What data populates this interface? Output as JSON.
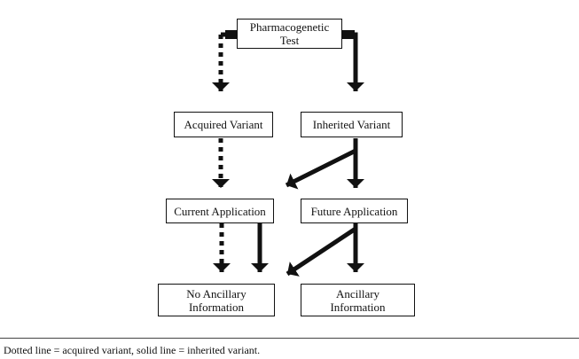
{
  "nodes": {
    "test": {
      "line1": "Pharmacogenetic",
      "line2": "Test"
    },
    "acquired": {
      "label": "Acquired Variant"
    },
    "inherited": {
      "label": "Inherited Variant"
    },
    "current": {
      "label": "Current Application"
    },
    "future": {
      "label": "Future Application"
    },
    "no_ancillary": {
      "line1": "No Ancillary",
      "line2": "Information"
    },
    "ancillary": {
      "line1": "Ancillary",
      "line2": "Information"
    }
  },
  "legend": {
    "text": "Dotted line = acquired variant, solid line = inherited variant."
  }
}
